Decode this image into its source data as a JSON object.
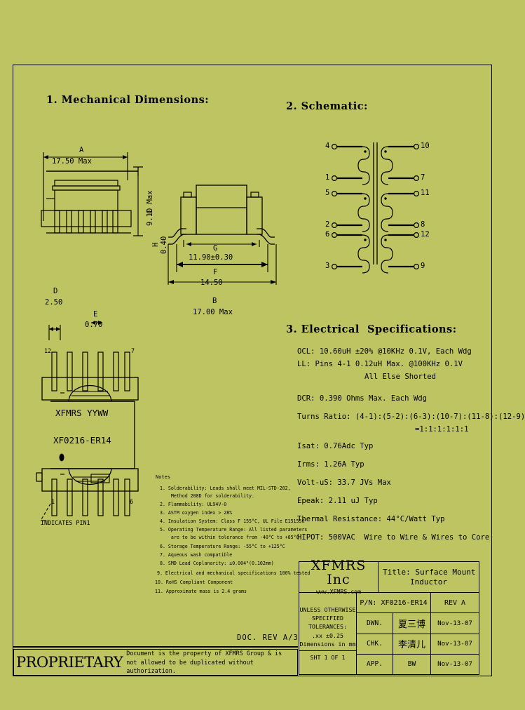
{
  "page": {
    "background_color": "#bfc463",
    "ink_color": "#000000"
  },
  "sections": {
    "mechanical": "1. Mechanical Dimensions:",
    "schematic": "2. Schematic:",
    "electrical": "3. Electrical  Specifications:"
  },
  "dimensions": {
    "a_label": "A",
    "a_value": "17.50 Max",
    "c_label": "9.10 Max",
    "c_letter": "C",
    "h_letter": "H",
    "h_value": "0.40",
    "g_label": "G",
    "g_value": "11.90±0.30",
    "f_label": "F",
    "f_value": "14.50",
    "b_label": "B",
    "b_value": "17.00 Max",
    "d_label": "D",
    "d_value": "2.50",
    "e_label": "E",
    "e_value": "0.70"
  },
  "marking": {
    "line1": "XFMRS YYWW",
    "line2": "XF0216-ER14",
    "pin_note": "INDICATES PIN1",
    "pin_12": "12",
    "pin_7": "7",
    "pin_1": "1",
    "pin_6": "6"
  },
  "schematic_pins": {
    "left": [
      "4",
      "1",
      "5",
      "2",
      "6",
      "3"
    ],
    "right": [
      "10",
      "7",
      "11",
      "8",
      "12",
      "9"
    ]
  },
  "electrical": [
    "OCL: 10.60uH ±20% @10KHz 0.1V, Each Wdg",
    "LL: Pins 4-1 0.12uH Max. @100KHz 0.1V",
    "All Else Shorted",
    "DCR: 0.390 Ohms Max. Each Wdg",
    "Turns Ratio: (4-1):(5-2):(6-3):(10-7):(11-8):(12-9)",
    "=1:1:1:1:1:1",
    "Isat: 0.76Adc Typ",
    "Irms: 1.26A Typ",
    "Volt-uS: 33.7 JVs Max",
    "Epeak: 2.11 uJ Typ",
    "Thermal Resistance: 44°C/Watt Typ",
    "HIPOT: 500VAC  Wire to Wire & Wires to Core"
  ],
  "notes_title": "Notes",
  "notes": [
    "1. Solderability: Leads shall meet MIL-STD-202,",
    "    Method 208D for solderability.",
    "2. Flammability: UL94V-0",
    "3. ASTM oxygen index > 28%",
    "4. Insulation System: Class F 155°C, UL File E151556",
    "5. Operating Temperature Range: All listed parameters",
    "    are to be within tolerance from -40°C to +85°C",
    "6. Storage Temperature Range: -55°C to +125°C",
    "7. Aqueous wash compatible",
    "8. SMD Lead Coplanarity: ±0.004\"(0.102mm)",
    "9. Electrical and mechanical specifications 100% tested",
    "10. RoHS Compliant Component",
    "11. Approximate mass is 2.4 grams"
  ],
  "doc_rev": "DOC. REV A/3",
  "title_block": {
    "company": "XFMRS Inc",
    "website": "www.XFMRS.com",
    "title_label": "Title:",
    "title_line1": "Surface Mount",
    "title_line2": "Inductor",
    "tolerance_line1": "UNLESS OTHERWISE SPECIFIED",
    "tolerance_line2": "TOLERANCES:",
    "tolerance_line3": ".xx ±0.25",
    "tolerance_line4": "Dimensions in mm",
    "sheet": "SHT 1 OF 1",
    "pn_label": "P/N:",
    "pn_value": "XF0216-ER14",
    "rev_label": "REV",
    "rev_value": "A",
    "dwn_label": "DWN.",
    "dwn_value": "夏三博",
    "dwn_date": "Nov-13-07",
    "chk_label": "CHK.",
    "chk_value": "李清儿",
    "chk_date": "Nov-13-07",
    "app_label": "APP.",
    "app_value": "BW",
    "app_date": "Nov-13-07"
  },
  "proprietary": {
    "word": "PROPRIETARY",
    "line1": "Document is the property of XFMRS Group & is",
    "line2": "not allowed to be duplicated without authorization."
  }
}
